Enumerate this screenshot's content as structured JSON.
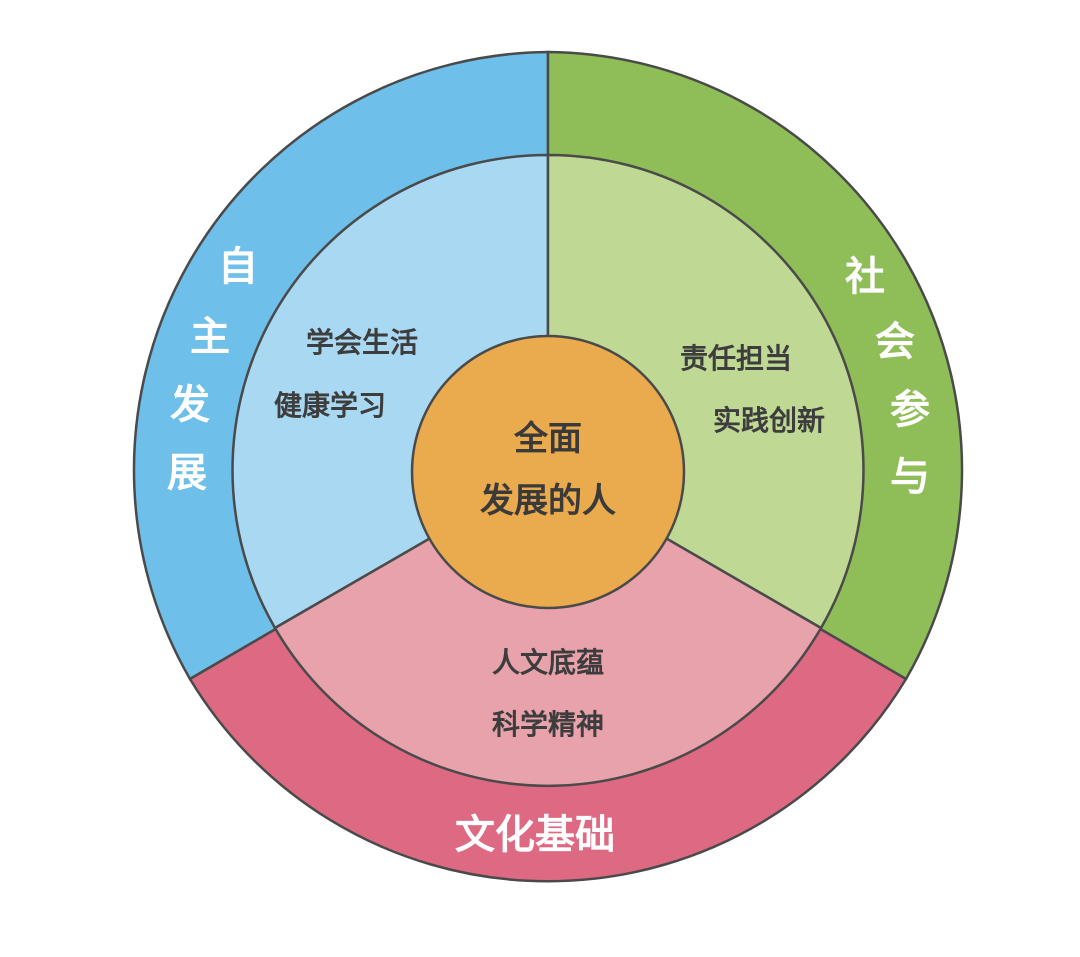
{
  "colors": {
    "outer_blue": "#6ebfe9",
    "inner_blue": "#a9d8f3",
    "outer_green": "#8fbd58",
    "inner_green": "#bfd894",
    "outer_pink": "#dd6a82",
    "inner_pink": "#e7a2ab",
    "center": "#eaaa4e",
    "outline": "#4a4a4a"
  },
  "center": {
    "line1": "全面",
    "line2": "发展的人"
  },
  "outer": {
    "left": [
      "自",
      "主",
      "发",
      "展"
    ],
    "right": [
      "社",
      "会",
      "参",
      "与"
    ],
    "bottom": "文化基础"
  },
  "inner": {
    "left": [
      "学会生活",
      "健康学习"
    ],
    "right": [
      "责任担当",
      "实践创新"
    ],
    "bottom": [
      "人文底蕴",
      "科学精神"
    ]
  }
}
